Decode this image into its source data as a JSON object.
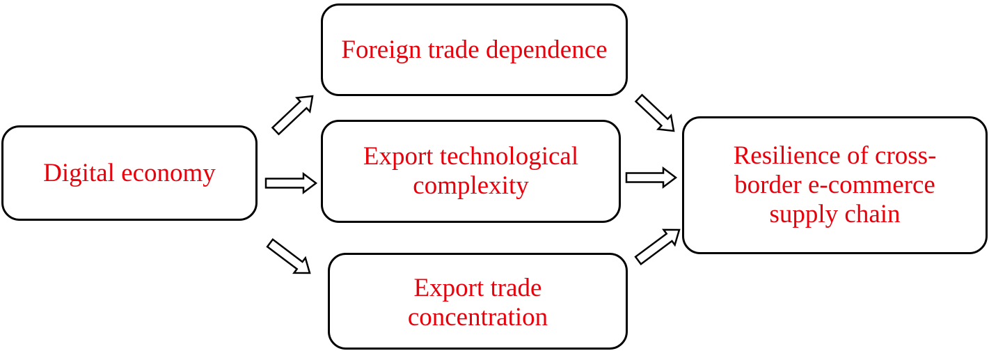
{
  "diagram": {
    "colors": {
      "label_text": "#e8000b",
      "box_border": "#000000",
      "arrow_outline": "#000000",
      "background": "#ffffff"
    },
    "nodes": {
      "digital_economy": "Digital economy",
      "foreign_trade_dependence": "Foreign trade dependence",
      "export_technological_complexity": "Export technological complexity",
      "export_trade_concentration": "Export trade concentration",
      "supply_chain_resilience": "Resilience of cross-border e-commerce supply chain"
    },
    "edges": [
      {
        "from": "digital_economy",
        "to": "foreign_trade_dependence",
        "style": "hollow-block-arrow"
      },
      {
        "from": "digital_economy",
        "to": "export_technological_complexity",
        "style": "hollow-block-arrow"
      },
      {
        "from": "digital_economy",
        "to": "export_trade_concentration",
        "style": "hollow-block-arrow"
      },
      {
        "from": "foreign_trade_dependence",
        "to": "supply_chain_resilience",
        "style": "hollow-block-arrow"
      },
      {
        "from": "export_technological_complexity",
        "to": "supply_chain_resilience",
        "style": "hollow-block-arrow"
      },
      {
        "from": "export_trade_concentration",
        "to": "supply_chain_resilience",
        "style": "hollow-block-arrow"
      }
    ]
  }
}
